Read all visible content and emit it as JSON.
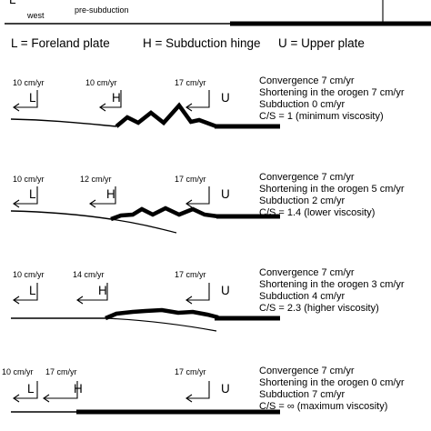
{
  "header": {
    "west_label": "west",
    "pre_subduction_label": "pre-subduction",
    "letter_L": "L"
  },
  "legend": {
    "foreland": "L = Foreland plate",
    "hinge": "H = Subduction hinge",
    "upper": "U = Upper plate"
  },
  "panels": [
    {
      "velocities": {
        "L": "10 cm/yr",
        "H": "10 cm/yr",
        "U": "17 cm/yr"
      },
      "labels": {
        "L": "L",
        "H": "H",
        "U": "U"
      },
      "desc": [
        "Convergence 7 cm/yr",
        "Shortening in the orogen 7 cm/yr",
        "Subduction 0 cm/yr",
        "C/S = 1 (minimum viscosity)"
      ]
    },
    {
      "velocities": {
        "L": "10 cm/yr",
        "H": "12 cm/yr",
        "U": "17 cm/yr"
      },
      "labels": {
        "L": "L",
        "H": "H",
        "U": "U"
      },
      "desc": [
        "Convergence 7 cm/yr",
        "Shortening in the orogen 5 cm/yr",
        "Subduction 2 cm/yr",
        "C/S = 1.4 (lower viscosity)"
      ]
    },
    {
      "velocities": {
        "L": "10 cm/yr",
        "H": "14 cm/yr",
        "U": "17 cm/yr"
      },
      "labels": {
        "L": "L",
        "H": "H",
        "U": "U"
      },
      "desc": [
        "Convergence 7 cm/yr",
        "Shortening in the orogen 3 cm/yr",
        "Subduction 4 cm/yr",
        "C/S = 2.3 (higher viscosity)"
      ]
    },
    {
      "velocities": {
        "L": "10 cm/yr",
        "H": "17 cm/yr",
        "U": "17 cm/yr"
      },
      "labels": {
        "L": "L",
        "H": "H",
        "U": "U"
      },
      "desc": [
        "Convergence 7 cm/yr",
        "Shortening in the orogen 0 cm/yr",
        "Subduction 7 cm/yr",
        "C/S = ∞ (maximum viscosity)"
      ]
    }
  ]
}
